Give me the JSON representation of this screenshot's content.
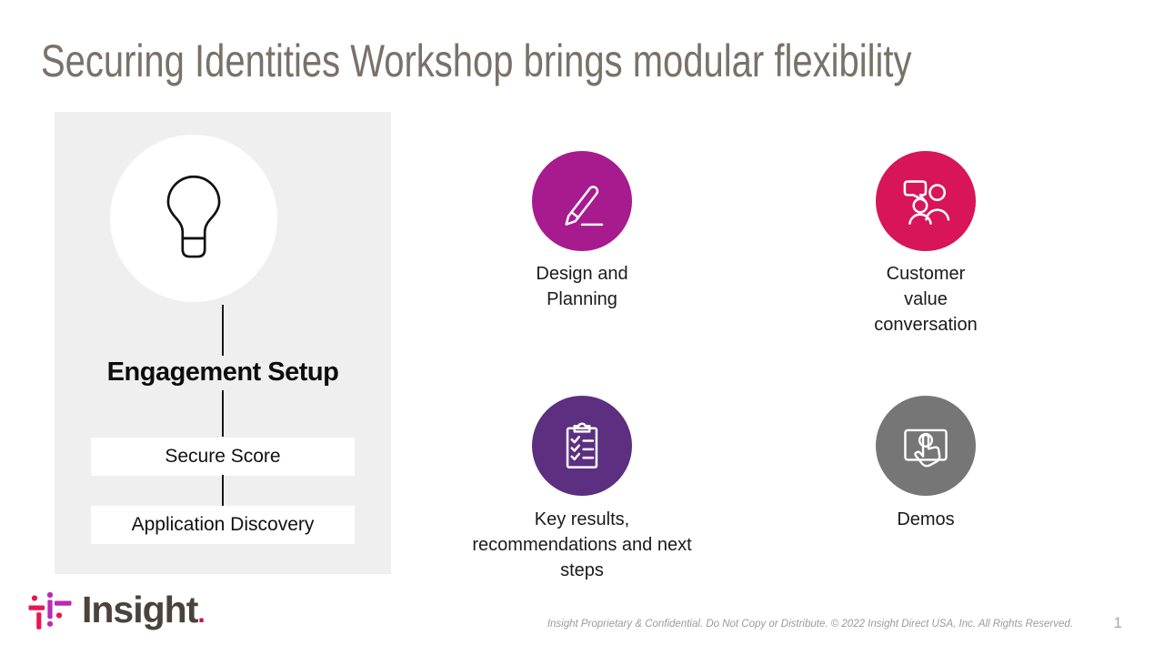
{
  "title": "Securing Identities Workshop brings modular flexibility",
  "engagement_panel": {
    "heading": "Engagement Setup",
    "icon": "lightbulb-icon",
    "items": [
      {
        "label": "Secure Score"
      },
      {
        "label": "Application Discovery"
      }
    ]
  },
  "modules": [
    {
      "label": "Design and\nPlanning",
      "icon": "pencil-icon",
      "color": "#a71b8f"
    },
    {
      "label": "Customer\nvalue\nconversation",
      "icon": "people-chat-icon",
      "color": "#d81559"
    },
    {
      "label": "Key results,\nrecommendations and next\nsteps",
      "icon": "checklist-icon",
      "color": "#5c2f80"
    },
    {
      "label": "Demos",
      "icon": "touch-screen-icon",
      "color": "#767676"
    }
  ],
  "logo": {
    "wordmark": "Insight",
    "period": ".",
    "mark_crimson": "#e8174e",
    "mark_magenta": "#b92ab2"
  },
  "footer": {
    "text": "Insight Proprietary & Confidential. Do Not Copy or Distribute. © 2022 Insight Direct USA, Inc. All Rights Reserved.",
    "page_number": "1"
  },
  "colors": {
    "title": "#7a7168",
    "panel_background": "#f0efef",
    "connector": "#161616",
    "body_text": "#1a1a1a"
  }
}
